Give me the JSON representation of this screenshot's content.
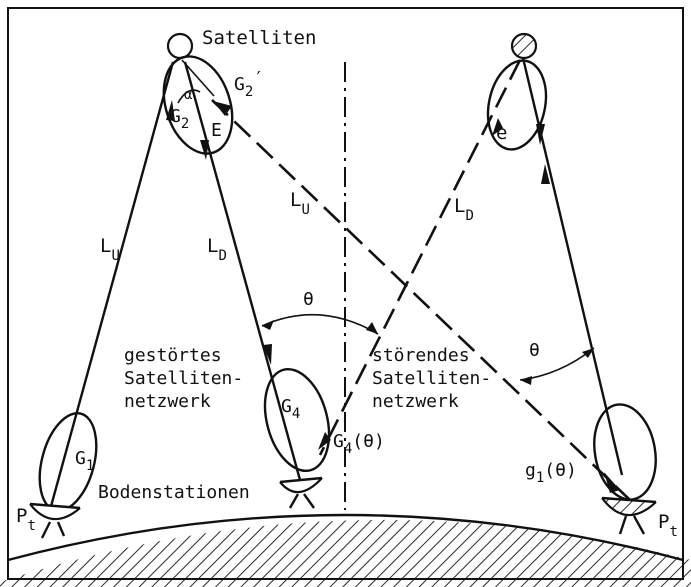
{
  "labels": {
    "satelliten": "Satelliten",
    "g2_prime": "G",
    "g2_prime_sub": "2",
    "g2_prime_mark": "′",
    "g2": "G",
    "g2_sub": "2",
    "e_upper": "E",
    "alpha": "α",
    "lu_left": "L",
    "lu_left_sub": "U",
    "ld_left": "L",
    "ld_left_sub": "D",
    "lu_mid": "L",
    "lu_mid_sub": "U",
    "ld_right": "L",
    "ld_right_sub": "D",
    "e_lower": "e",
    "theta_mid": "θ",
    "theta_right": "θ",
    "gestoertes_1": "gestörtes",
    "gestoertes_2": "Satelliten-",
    "gestoertes_3": "netzwerk",
    "stoerendes_1": "störendes",
    "stoerendes_2": "Satelliten-",
    "stoerendes_3": "netzwerk",
    "g4": "G",
    "g4_sub": "4",
    "g4_theta": "G",
    "g4_theta_sub": "4",
    "g4_theta_arg": "(θ)",
    "g1": "G",
    "g1_sub": "1",
    "g1_theta": "g",
    "g1_theta_sub": "1",
    "g1_theta_arg": "(θ)",
    "bodenstationen": "Bodenstationen",
    "pt_left": "P",
    "pt_left_sub": "t",
    "pt_right": "P",
    "pt_right_sub": "t"
  }
}
